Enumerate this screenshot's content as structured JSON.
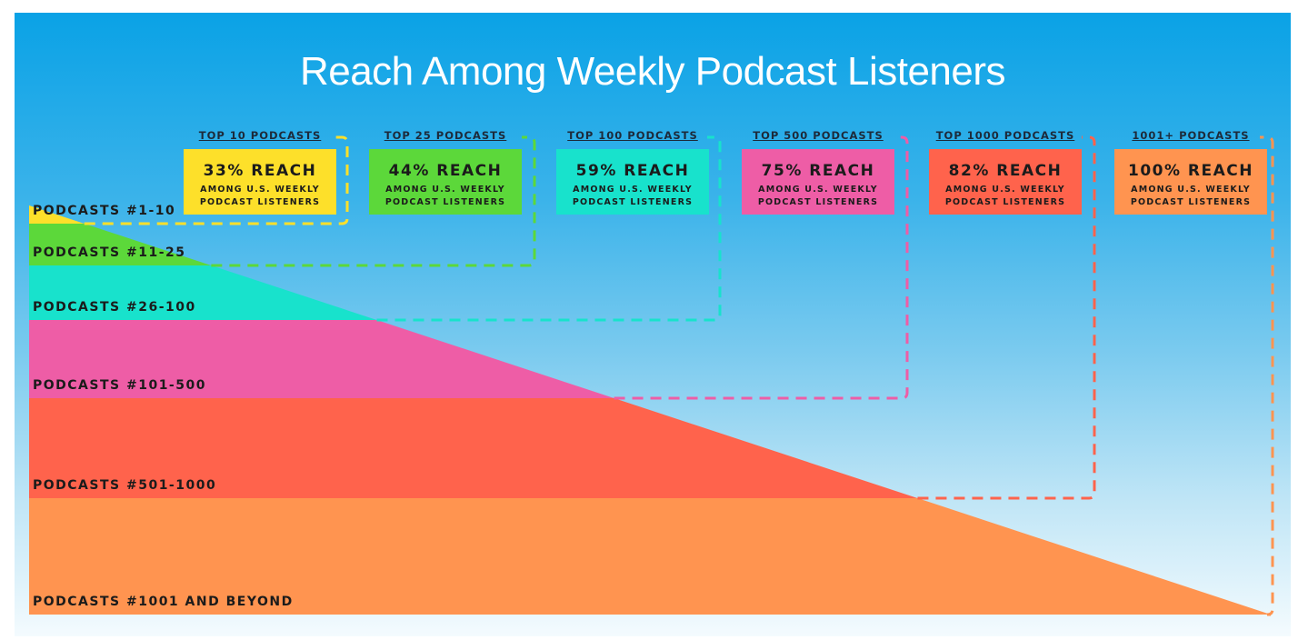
{
  "title": "Reach Among Weekly Podcast Listeners",
  "chart_data": {
    "type": "area",
    "title": "Reach Among Weekly Podcast Listeners",
    "groups": [
      {
        "header": "TOP 10 PODCASTS",
        "reach": "33% REACH",
        "reach_pct": 33,
        "sub1": "AMONG U.S. WEEKLY",
        "sub2": "PODCAST LISTENERS",
        "color": "#fde02a"
      },
      {
        "header": "TOP 25 PODCASTS",
        "reach": "44% REACH",
        "reach_pct": 44,
        "sub1": "AMONG U.S. WEEKLY",
        "sub2": "PODCAST LISTENERS",
        "color": "#5cd83a"
      },
      {
        "header": "TOP 100 PODCASTS",
        "reach": "59% REACH",
        "reach_pct": 59,
        "sub1": "AMONG U.S. WEEKLY",
        "sub2": "PODCAST LISTENERS",
        "color": "#18e2cc"
      },
      {
        "header": "TOP 500 PODCASTS",
        "reach": "75% REACH",
        "reach_pct": 75,
        "sub1": "AMONG U.S. WEEKLY",
        "sub2": "PODCAST LISTENERS",
        "color": "#ee5da6"
      },
      {
        "header": "TOP 1000 PODCASTS",
        "reach": "82% REACH",
        "reach_pct": 82,
        "sub1": "AMONG U.S. WEEKLY",
        "sub2": "PODCAST LISTENERS",
        "color": "#ff634c"
      },
      {
        "header": "1001+ PODCASTS",
        "reach": "100% REACH",
        "reach_pct": 100,
        "sub1": "AMONG U.S. WEEKLY",
        "sub2": "PODCAST LISTENERS",
        "color": "#ff9450"
      }
    ],
    "tiers": [
      {
        "label": "PODCASTS #1-10",
        "color": "#fde02a"
      },
      {
        "label": "PODCASTS #11-25",
        "color": "#5cd83a"
      },
      {
        "label": "PODCASTS #26-100",
        "color": "#18e2cc"
      },
      {
        "label": "PODCASTS #101-500",
        "color": "#ee5da6"
      },
      {
        "label": "PODCASTS #501-1000",
        "color": "#ff634c"
      },
      {
        "label": "PODCASTS #1001 AND BEYOND",
        "color": "#ff9450"
      }
    ]
  }
}
